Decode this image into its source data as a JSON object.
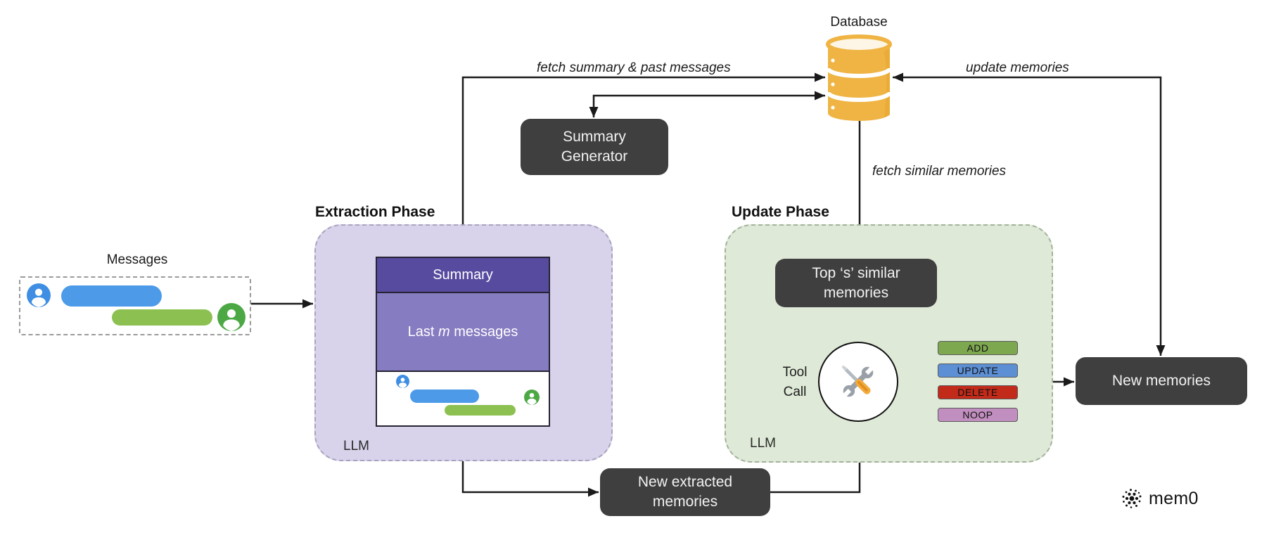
{
  "database": {
    "label": "Database"
  },
  "arrows": {
    "fetch_summary_label": "fetch summary & past messages",
    "update_memories_label": "update memories",
    "fetch_similar_label": "fetch similar memories"
  },
  "summary_generator_label": "Summary Generator",
  "messages_panel": {
    "title": "Messages"
  },
  "extraction_phase": {
    "title": "Extraction Phase",
    "context_box": {
      "summary": "Summary",
      "last_prefix": "Last ",
      "last_var": "m",
      "last_suffix": " messages"
    },
    "llm_label": "LLM"
  },
  "update_phase": {
    "title": "Update Phase",
    "top_similar_label": "Top ‘s’ similar memories",
    "tool_call_line1": "Tool",
    "tool_call_line2": "Call",
    "llm_label": "LLM",
    "operations": [
      {
        "label": "ADD",
        "color": "#7EA850"
      },
      {
        "label": "UPDATE",
        "color": "#5C8FD4"
      },
      {
        "label": "DELETE",
        "color": "#C22A1A"
      },
      {
        "label": "NOOP",
        "color": "#C18FBF"
      }
    ]
  },
  "outputs": {
    "new_extracted_label": "New extracted memories",
    "new_memories_label": "New memories"
  },
  "logo": {
    "text": "mem0"
  },
  "colors": {
    "dark_box": "#3F3F3F",
    "extraction_bg": "#D8D3EB",
    "update_bg": "#DEE9D7",
    "summary_header": "#574B9F",
    "last_m_bg": "#867CC1",
    "database": "#EFB444",
    "bubble_blue": "#4D9BE8",
    "bubble_green": "#8CC152",
    "avatar_blue": "#3F8EE3",
    "avatar_green": "#4CA845",
    "line": "#1A1A1A"
  }
}
